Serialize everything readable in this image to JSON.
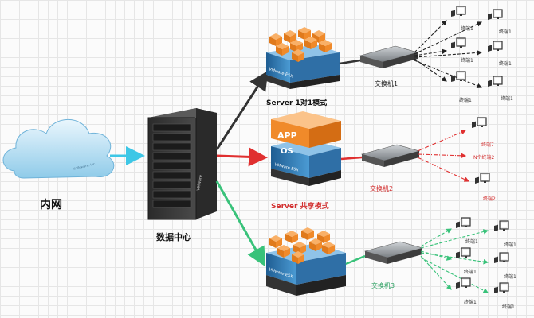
{
  "labels": {
    "intranet": "内网",
    "datacenter": "数据中心",
    "mode_1to1": "Server 1对1模式",
    "mode_shared": "Server 共享模式",
    "switch1": "交换机1",
    "switch2": "交换机2",
    "switch3": "交换机3",
    "terminal": "终端1",
    "terminal_7": "终端7",
    "n_terminals": "N个终端2",
    "terminal_2": "终端2",
    "esx_label": "VMware ESX",
    "app": "APP",
    "os": "OS",
    "cloud_watermark": "©VMware, Inc",
    "rack_brand": "VMware"
  },
  "colors": {
    "cyan": "#3ec7e6",
    "dark_arrow": "#333333",
    "red": "#e03030",
    "green": "#39c27a",
    "server_blue": "#2f6fa6",
    "vm_orange": "#f08a2a",
    "mode_red": "#d23030",
    "switch3_green": "#2aa060"
  }
}
